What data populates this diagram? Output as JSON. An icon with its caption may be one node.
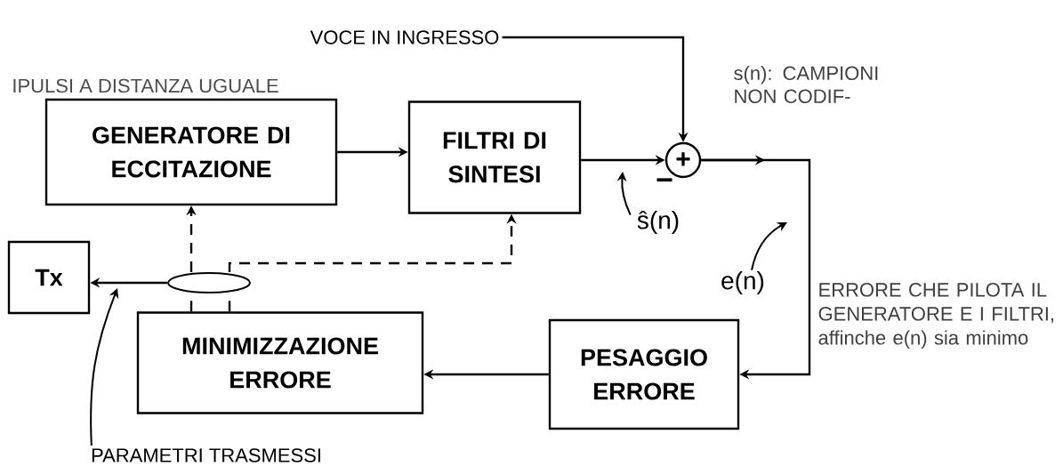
{
  "diagram": {
    "nodes": [
      {
        "text": [
          "GENERATORE DI ECCITAZIONE"
        ],
        "beside": [
          "IPULSI A DISTANZA UGUALE"
        ]
      },
      {
        "text": [
          "FILTRI DI SINTESI"
        ]
      },
      {
        "text": [
          "VOCE IN INGRESSO"
        ]
      },
      {
        "text": [
          "+"
        ]
      },
      {
        "text": [
          "PESAGGIO ERRORE"
        ]
      },
      {
        "text": [
          "MINIMIZZAZIONE ERRORE"
        ]
      },
      {
        "text": [
          "Tx"
        ]
      },
      {
        "text": [],
        "shape": "ellipse"
      },
      {
        "text": [
          "ŝ(n)"
        ]
      },
      {
        "text": [
          "e(n)"
        ]
      },
      {
        "text": [
          "PARAMETRI TRASMESSI"
        ]
      }
    ],
    "edges": [
      {
        "from": 0,
        "to": 1,
        "arrow": "to"
      },
      {
        "from": 1,
        "to": 3,
        "arrow": "to"
      },
      {
        "from": 2,
        "to": 3,
        "arrow": "to"
      },
      {
        "from": 3,
        "to": 4,
        "arrow": "to"
      },
      {
        "from": 4,
        "to": 5,
        "arrow": "to"
      },
      {
        "from": 7,
        "to": 6,
        "arrow": "to"
      },
      {
        "from": 5,
        "to": 7,
        "arrow": "none",
        "style": "dashed"
      },
      {
        "from": 5,
        "to": 7,
        "arrow": "none",
        "style": "dashed"
      },
      {
        "from": 7,
        "to": 0,
        "arrow": "to",
        "style": "dashed"
      },
      {
        "from": 7,
        "to": 1,
        "arrow": "to",
        "style": "dashed"
      },
      {
        "from": 8,
        "to": null,
        "arrow": "to"
      },
      {
        "from": 9,
        "to": null,
        "arrow": "to"
      },
      {
        "from": 10,
        "to": null,
        "arrow": "to"
      }
    ],
    "labels": [
      "−",
      "s(n): CAMPIONI NON CODIF-",
      "ERRORE CHE PILOTA IL GENERATORE E I FILTRI, affinche e(n) sia minimo"
    ]
  }
}
